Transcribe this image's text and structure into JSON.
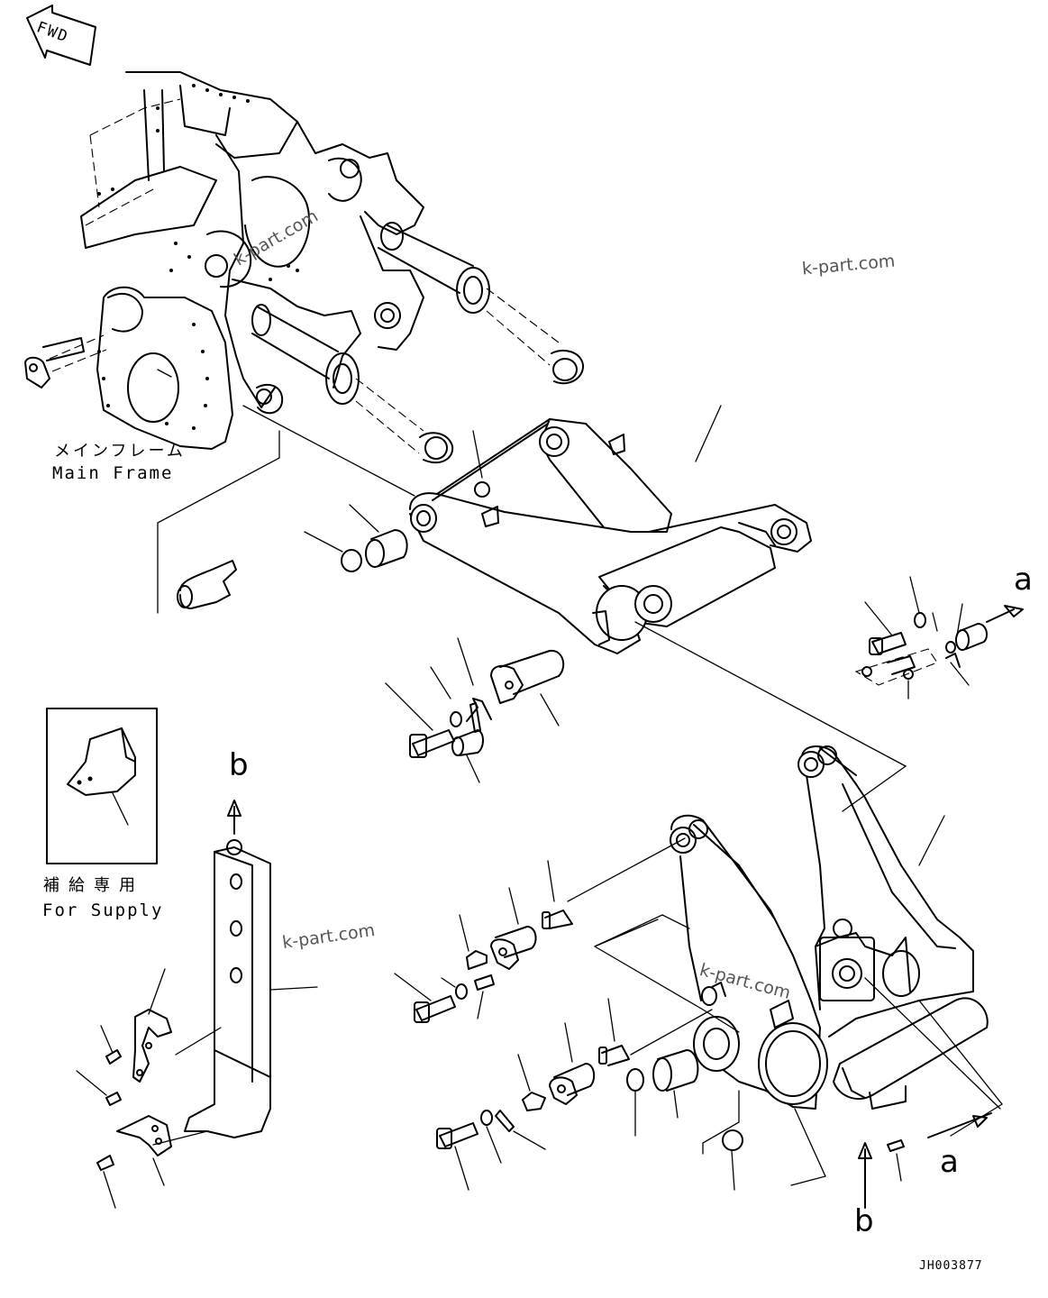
{
  "labels": {
    "fwd": "FWD",
    "main_frame_jp": "メインフレーム",
    "main_frame_en": "Main Frame",
    "for_supply_jp": "補給専用",
    "for_supply_en": "For Supply",
    "ref_a_top": "a",
    "ref_a_bottom": "a",
    "ref_b_top": "b",
    "ref_b_bottom": "b",
    "drawing_code": "JH003877"
  },
  "watermarks": [
    "k-part.com",
    "k-part.com",
    "k-part.com",
    "k-part.com"
  ]
}
